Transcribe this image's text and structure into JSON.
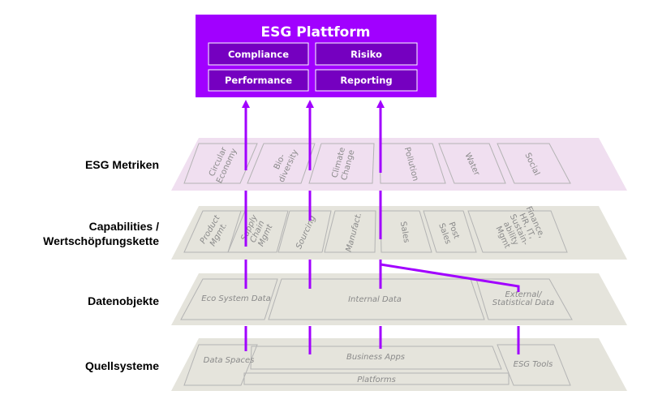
{
  "colors": {
    "accent": "#a100ff",
    "subbox": "#7500c0",
    "metrics_layer": "#f0dff0",
    "grey_layer": "#e5e4dc"
  },
  "platform": {
    "title": "ESG Plattform",
    "modules": [
      "Compliance",
      "Risiko",
      "Performance",
      "Reporting"
    ]
  },
  "layers": [
    {
      "label": "ESG Metriken",
      "tiles": [
        [
          "Circular",
          "Economy"
        ],
        [
          "Bio-",
          "diversity"
        ],
        [
          "Climate",
          "Change"
        ],
        [
          "Pollution"
        ],
        [
          "Water"
        ],
        [
          "Social"
        ]
      ]
    },
    {
      "label_lines": [
        "Capabilities /",
        "Wertschöpfungskette"
      ],
      "tiles": [
        [
          "Product",
          "Mgmt."
        ],
        [
          "Supply",
          "Chain",
          "Mgmt"
        ],
        [
          "Sourcing"
        ],
        [
          "Manufact."
        ],
        [
          "Sales"
        ],
        [
          "Post",
          "Sales"
        ],
        [
          "Finance,",
          "HR, IT,",
          "Sustain-",
          "ability",
          "Mgmt"
        ]
      ]
    },
    {
      "label": "Datenobjekte",
      "tiles": [
        [
          "Eco System Data"
        ],
        [
          "Internal Data"
        ],
        [
          "External/",
          "Statistical Data"
        ]
      ]
    },
    {
      "label": "Quellsysteme",
      "tiles": [
        [
          "Data Spaces"
        ],
        [
          "Business Apps"
        ],
        [
          "Platforms"
        ],
        [
          "ESG Tools"
        ]
      ]
    }
  ]
}
